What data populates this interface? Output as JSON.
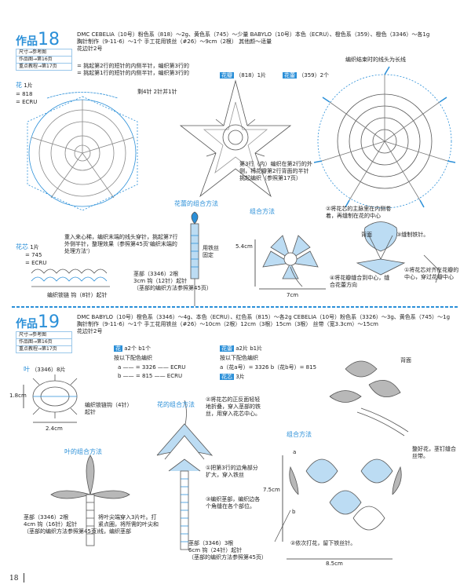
{
  "colors": {
    "accent": "#2a8fd8",
    "light_blue": "#bcdcf3",
    "gray": "#b8b8b8"
  },
  "work18": {
    "title_prefix": "作品",
    "title_num": "18",
    "header_rows": [
      "尺寸→参考图",
      "作品图→第16页",
      "重点教程→第17页"
    ],
    "materials": [
      "DMC CEBELIA（10号）粉色系（818）～2g、黄色系（745）～少量  BABYLO（10号）本色（ECRU）、橙色系（359）、橙色（3346）～各1g",
      "胸针制作（9-11-6）～1个  手工花用铁丝（#26）～9cm（2根）  其他颜～适量",
      "花边针2号"
    ],
    "notes": [
      "= 挑起第2行的短针的内侧半针，编织第3行的",
      "= 挑起第1行的短针的内侧半针，编织第3行的"
    ],
    "flower_label": "花",
    "flower_count": "1片",
    "legend_818": "= 818",
    "legend_ecru": "= ECRU",
    "leaf_note": "剩4针  2针并1针",
    "petal_label": "花瓣",
    "petal_sub": "（818）1片",
    "core_label": "花蕾",
    "core_sub": "（359）2个",
    "core_note": "编织结束时的线头为长线",
    "petal_note": "第3行（内）编织在第2行的外侧，将花瓣第2行背面的半针挑起编织（参照第17页）",
    "stem_combo_title": "花蕾的组合方法",
    "stem_combo_title2": "组合方法",
    "core_title": "花芯",
    "core_count": "1片",
    "core_legend_745": "= 745",
    "core_legend_ecru": "= ECRU",
    "chain_note": "编织锁链 钩（8针）起针",
    "core_instr": "重入来心稀，编织末端的线头穿针，挑起第7行外侧半针，整理效果（参照第45页'编织末端的处理方法'）",
    "stem_spec": "茎部（3346）2根",
    "stem_spec2": "3cm 钩（12针）起针",
    "stem_spec3": "（茎部的编织方法参照第45页）",
    "fix_note": "用铁丝固定",
    "dim_height": "5.4cm",
    "dim_width": "7cm",
    "step1": "①将花芯对齐在花瓣的中心，穿过花瓣中心",
    "step2": "②将花芯的主脉里在内侧卷着，再缝制在花的中心",
    "step3": "③缝制铁针。",
    "step4": "④将花瓣缝合到中心，缝合花蕾方向",
    "back_label": "背面"
  },
  "work19": {
    "title_prefix": "作品",
    "title_num": "19",
    "header_rows": [
      "尺寸→参考图",
      "作品图→第16页",
      "重点教程→第17页"
    ],
    "materials": [
      "DMC BABYLO（10号）橙色系（3346）～4g、本色（ECRU）、红色系（815）～各2g  CEBELIA（10号）粉色系（3326）～3g、黄色系（745）～1g",
      "胸针制作（9-11-6）～1个  手工花用铁丝（#26）～10cm（2根）12cm（3根）15cm（3根）  丝带（宽3.3cm）～15cm",
      "花边针2号"
    ],
    "flower_a": "花",
    "flower_a_sub": "a2个  b1个",
    "flower_a_note": "按以下配色编织",
    "legend_a": "a —— = 3326 —— ECRU",
    "legend_b": "b —— = 815 —— ECRU",
    "leaf_label": "叶",
    "leaf_sub": "（3346）8片",
    "leaf_chain": "编织锁链钩（4针）起针",
    "dim_h": "1.8cm",
    "dim_w": "2.4cm",
    "bud_label": "花蕾",
    "bud_sub": "a2片  b1片",
    "bud_note": "按以下配色编织",
    "bud_legend": "a（花a号）= 3326 b（花b号）= 815",
    "bud_label2": "花芯",
    "bud_sub2": "3片",
    "combo_title": "花的组合方法",
    "combo_note": "②将花芯的正反面轻轻地折叠，穿入茎部的铁丝，用穿入花芯中心。",
    "leaf_combo": "叶的组合方法",
    "stem_note": "茎部（3346）2根",
    "stem_note2": "4cm 钩（16针）起针",
    "stem_note3": "（茎部的编织方法参照第45页）",
    "leaf_step": "将叶尖端穿入3片叶。打紧点圈，将所需的叶尖和线，编织茎部",
    "step1": "①把第3行的边角部分扩大，穿入铁丝",
    "step2": "③编织茎部，编织边各个角缝在各个部位。",
    "stem2": "茎部（3346）3根",
    "stem2b": "6cm 钩（24针）起针",
    "stem2c": "（茎部的编织方法参照第45页）",
    "final_title": "组合方法",
    "final_note": "②依次打花，留下铁丝针。",
    "final_note2": "整好花，茎钉缝合丝带。",
    "back_label": "背面",
    "dim_final_h": "7.5cm",
    "dim_final_w": "8.5cm",
    "label_a": "a",
    "label_b": "b"
  },
  "page_number": "18"
}
